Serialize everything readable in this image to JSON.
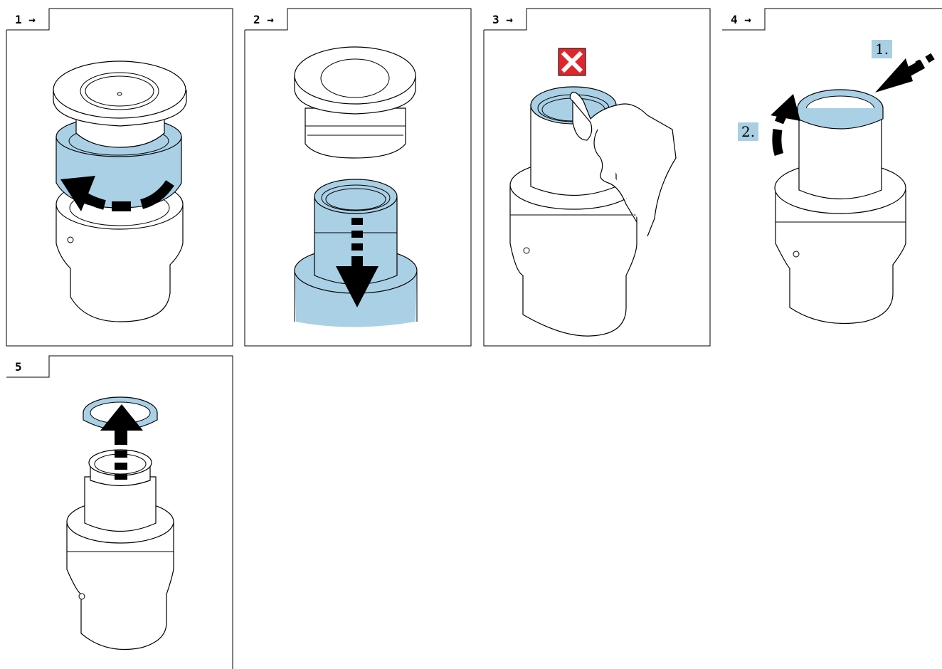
{
  "steps": [
    {
      "label": "1 →"
    },
    {
      "label": "2 →"
    },
    {
      "label": "3 →"
    },
    {
      "label": "4 →"
    },
    {
      "label": "5"
    }
  ],
  "callouts": {
    "first": "1.",
    "second": "2."
  },
  "colors": {
    "highlight": "#aad0e6",
    "line": "#000000",
    "warning": "#e0262b",
    "callout_bg": "#a9cfe3"
  },
  "icons": [
    "rotate-arrow-icon",
    "down-arrow-icon",
    "prohibited-icon",
    "press-arrow-icon",
    "up-arrow-icon"
  ]
}
